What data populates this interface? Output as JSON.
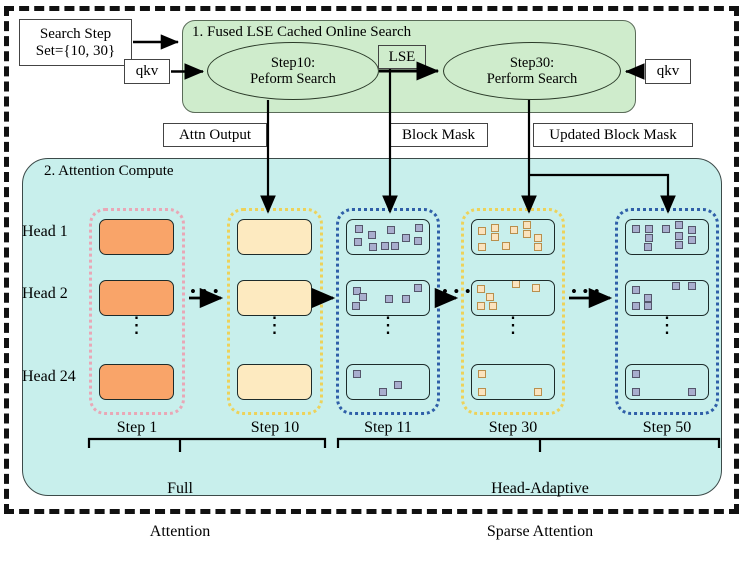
{
  "figure": {
    "title_hidden": "Fused LSE Cached Online Search and Head-Adaptive Sparse Attention pipeline"
  },
  "inputs": {
    "search_step_box": "Search Step\nSet={10, 30}",
    "search_step_line1": "Search Step",
    "search_step_line2": "Set={10, 30}",
    "qkv_left": "qkv",
    "qkv_right": "qkv"
  },
  "panel1": {
    "title": "1. Fused LSE Cached Online Search",
    "fill": "#cfeccc",
    "nodes": [
      {
        "line1": "Step10:",
        "line2": "Peform Search"
      },
      {
        "line1": "Step30:",
        "line2": "Perform Search"
      }
    ],
    "edge_label": "LSE"
  },
  "connectors": {
    "attn_output": "Attn Output",
    "block_mask": "Block Mask",
    "updated_block_mask": "Updated Block Mask"
  },
  "panel2": {
    "title": "2. Attention Compute",
    "fill": "#c8efec",
    "head_labels": [
      "Head  1",
      "Head  2",
      "Head 24"
    ],
    "row_dots": "⋮",
    "flow_dots": "• • •",
    "columns": [
      {
        "label": "Step 1",
        "dot_color": "#e9a7b6",
        "cell_fill": "#f9a469",
        "pattern": "dense-full"
      },
      {
        "label": "Step 10",
        "dot_color": "#edd25a",
        "cell_fill": "#fdeac0",
        "pattern": "dense-full"
      },
      {
        "label": "Step 11",
        "dot_color": "#2f5fa8",
        "cell_fill": "#c8efec",
        "pattern": "sparse-blue"
      },
      {
        "label": "Step 30",
        "dot_color": "#edd25a",
        "cell_fill": "#c8efec",
        "pattern": "sparse-orange"
      },
      {
        "label": "Step 50",
        "dot_color": "#2f5fa8",
        "cell_fill": "#c8efec",
        "pattern": "sparse-blue"
      }
    ],
    "block_colors": {
      "blue_fill": "#a9aece",
      "blue_stroke": "#595b75",
      "orange_fill": "#fbe3be",
      "orange_stroke": "#b98f4d"
    },
    "braces": [
      {
        "label": "Full\nAttention",
        "line1": "Full",
        "line2": "Attention"
      },
      {
        "label": "Head-Adaptive\nSparse Attention",
        "line1": "Head-Adaptive",
        "line2": "Sparse Attention"
      }
    ]
  },
  "chart_data": {
    "type": "diagram",
    "title": "Fused LSE Cached Online Search + Attention Compute",
    "stages": [
      "1. Fused LSE Cached Online Search",
      "2. Attention Compute"
    ],
    "search_steps": [
      10,
      30
    ],
    "heads": 24,
    "timeline_steps": [
      "Step 1",
      "Step 10",
      "Step 11",
      "Step 30",
      "Step 50"
    ],
    "phases": [
      {
        "name": "Full Attention",
        "steps": [
          "Step 1",
          "Step 10"
        ]
      },
      {
        "name": "Head-Adaptive Sparse Attention",
        "steps": [
          "Step 11",
          "Step 30",
          "Step 50"
        ]
      }
    ],
    "signals": [
      "Attn Output",
      "Block Mask",
      "Updated Block Mask",
      "LSE",
      "qkv"
    ]
  }
}
